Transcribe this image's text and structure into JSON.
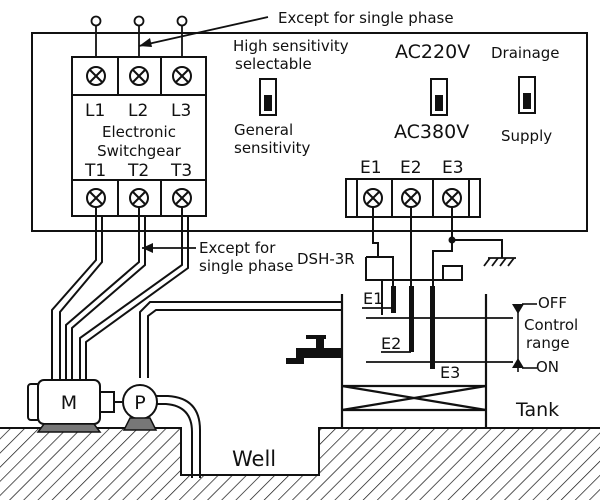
{
  "labels": {
    "except_single_phase_top": "Except for single phase",
    "high_sensitivity_line1": "High sensitivity",
    "high_sensitivity_line2": "selectable",
    "general_sensitivity_line1": "General",
    "general_sensitivity_line2": "sensitivity",
    "ac220": "AC220V",
    "ac380": "AC380V",
    "drainage": "Drainage",
    "supply": "Supply",
    "l1": "L1",
    "l2": "L2",
    "l3": "L3",
    "t1": "T1",
    "t2": "T2",
    "t3": "T3",
    "electronic_line1": "Electronic",
    "electronic_line2": "Switchgear",
    "e1": "E1",
    "e2": "E2",
    "e3": "E3",
    "except_single_phase_mid_line1": "Except for",
    "except_single_phase_mid_line2": "single phase",
    "model": "DSH-3R",
    "probe_e1": "E1",
    "probe_e2": "E2",
    "probe_e3": "E3",
    "off": "OFF",
    "control_line1": "Control",
    "control_line2": "range",
    "on": "ON",
    "motor": "M",
    "pump": "P",
    "tank": "Tank",
    "well": "Well"
  }
}
